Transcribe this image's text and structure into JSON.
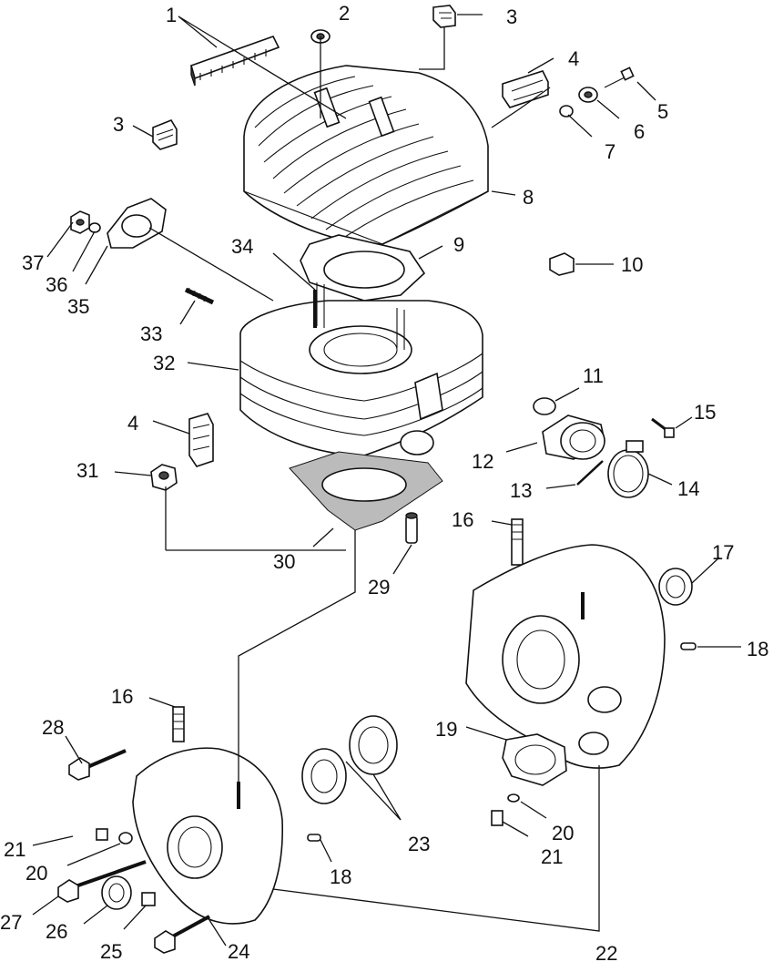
{
  "diagram": {
    "callouts": [
      {
        "id": "1",
        "label": "1"
      },
      {
        "id": "2",
        "label": "2"
      },
      {
        "id": "3a",
        "label": "3"
      },
      {
        "id": "3b",
        "label": "3"
      },
      {
        "id": "4a",
        "label": "4"
      },
      {
        "id": "4b",
        "label": "4"
      },
      {
        "id": "5",
        "label": "5"
      },
      {
        "id": "6",
        "label": "6"
      },
      {
        "id": "7",
        "label": "7"
      },
      {
        "id": "8",
        "label": "8"
      },
      {
        "id": "9",
        "label": "9"
      },
      {
        "id": "10",
        "label": "10"
      },
      {
        "id": "11",
        "label": "11"
      },
      {
        "id": "12",
        "label": "12"
      },
      {
        "id": "13",
        "label": "13"
      },
      {
        "id": "14",
        "label": "14"
      },
      {
        "id": "15",
        "label": "15"
      },
      {
        "id": "16a",
        "label": "16"
      },
      {
        "id": "16b",
        "label": "16"
      },
      {
        "id": "17",
        "label": "17"
      },
      {
        "id": "18a",
        "label": "18"
      },
      {
        "id": "18b",
        "label": "18"
      },
      {
        "id": "19",
        "label": "19"
      },
      {
        "id": "20a",
        "label": "20"
      },
      {
        "id": "20b",
        "label": "20"
      },
      {
        "id": "21a",
        "label": "21"
      },
      {
        "id": "21b",
        "label": "21"
      },
      {
        "id": "22",
        "label": "22"
      },
      {
        "id": "23",
        "label": "23"
      },
      {
        "id": "24",
        "label": "24"
      },
      {
        "id": "25",
        "label": "25"
      },
      {
        "id": "26",
        "label": "26"
      },
      {
        "id": "27",
        "label": "27"
      },
      {
        "id": "28",
        "label": "28"
      },
      {
        "id": "29",
        "label": "29"
      },
      {
        "id": "30",
        "label": "30"
      },
      {
        "id": "31",
        "label": "31"
      },
      {
        "id": "32",
        "label": "32"
      },
      {
        "id": "33",
        "label": "33"
      },
      {
        "id": "34",
        "label": "34"
      },
      {
        "id": "35",
        "label": "35"
      },
      {
        "id": "36",
        "label": "36"
      },
      {
        "id": "37",
        "label": "37"
      }
    ]
  }
}
